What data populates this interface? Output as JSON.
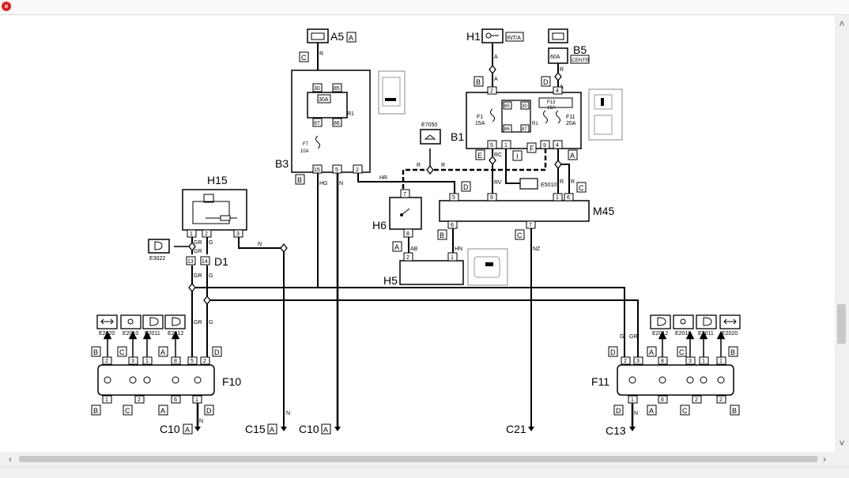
{
  "window": {
    "close_glyph": "×"
  },
  "labels": {
    "a5": "A5",
    "a5_conn": "A",
    "h1": "H1",
    "h1_box": "INT/A",
    "b5": "B5",
    "b5_fuse": "60A",
    "b5_box": "CENTR",
    "b3": "B3",
    "b1": "B1",
    "h15": "H15",
    "h6": "H6",
    "h5": "H5",
    "d1": "D1",
    "m45": "M45",
    "f10": "F10",
    "f11": "F11",
    "e7050": "E7050",
    "e5010": "E5010",
    "e3022": "E3022",
    "b3_p30": "30",
    "b3_p85": "85",
    "b3_relay": "30A",
    "b3_p87": "87",
    "b3_p86": "86",
    "b3_r1": "R1",
    "b3_f7": "F7",
    "b3_f7_amp": "10A",
    "b3_p15": "15",
    "b3_p5": "5",
    "b3_p2": "2",
    "b1_p2": "2",
    "b1_p4": "4",
    "b1_f1": "F1",
    "b1_f1_amp": "15A",
    "b1_p85": "85",
    "b1_p30": "30",
    "b1_p86": "86",
    "b1_p87": "87",
    "b1_r1": "R1",
    "b1_f13": "F13",
    "b1_f13_amp": "15A",
    "b1_f11": "F11",
    "b1_f11_amp": "20A",
    "b1_p5": "5",
    "b1_p1": "1",
    "b1_p9": "9",
    "b1_p4b": "4",
    "m45_p5": "5",
    "m45_p9": "9",
    "m45_p1": "1",
    "m45_p6": "6",
    "m45_p6b": "6",
    "m45_p7": "7",
    "h6_p7": "7",
    "h6_p8": "8",
    "h5_p2": "2",
    "h5_p1": "1",
    "h15_p1": "1",
    "h15_p2": "2",
    "h15_p3": "3",
    "d1_p13": "13",
    "d1_p14": "14",
    "w_r": "R",
    "w_a": "A",
    "w_hr": "HR",
    "w_hg": "HG",
    "w_n": "N",
    "w_rc": "RC",
    "w_rv": "RV",
    "w_gr": "GR",
    "w_g": "G",
    "w_ab": "AB",
    "w_hn": "HN",
    "w_nz": "NZ",
    "c_a": "A",
    "c_b": "B",
    "c_c": "C",
    "c_d": "D",
    "c_e": "E",
    "c_f": "F",
    "c_i": "I",
    "e2020": "E2020",
    "e2010": "E2010",
    "e2011": "E2011",
    "e2012": "E2012",
    "p1": "1",
    "p2": "2",
    "p3": "3",
    "p5": "5",
    "p6": "6",
    "p8": "8",
    "c10": "C10",
    "c15": "C15",
    "c21": "C21",
    "c13": "C13"
  },
  "scrollbars": {
    "up": "˄",
    "down": "˅",
    "left": "‹",
    "right": "›"
  }
}
